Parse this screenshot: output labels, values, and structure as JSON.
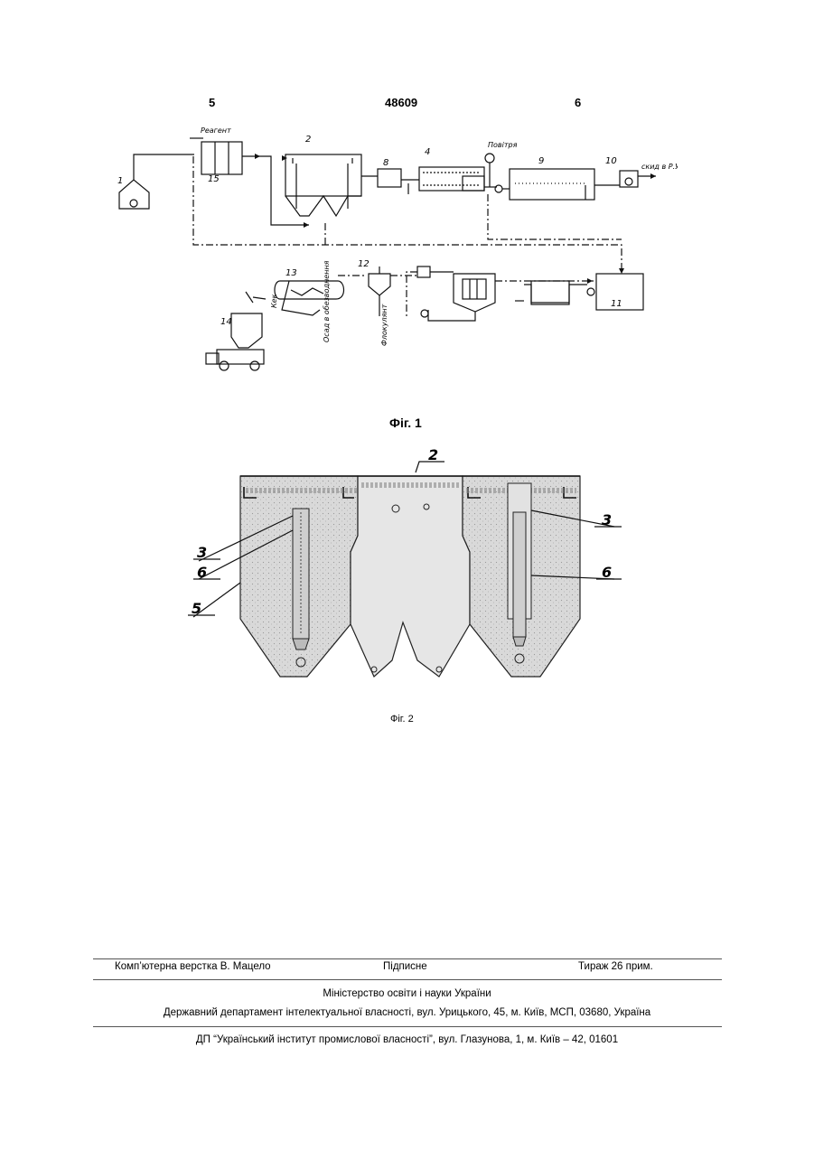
{
  "header": {
    "left_page": "5",
    "doc_number": "48609",
    "right_page": "6"
  },
  "fig1": {
    "caption": "Фіг. 1",
    "labels": {
      "n1": "1",
      "n2": "2",
      "n4": "4",
      "n8": "8",
      "n9": "9",
      "n10": "10",
      "n11": "11",
      "n12": "12",
      "n13": "13",
      "n14": "14",
      "n15": "15"
    },
    "texts": {
      "reagent": "Реагент",
      "povitrya": "Повітря",
      "skid": "скид в Р.У.",
      "flocculant": "Флокулянт",
      "to_mechanics": "Осад в обезводнення",
      "cake": "Кек"
    }
  },
  "fig2": {
    "caption": "Фіг. 2",
    "labels": {
      "n2": "2",
      "n3_left": "3",
      "n6_left": "6",
      "n5": "5",
      "n3_right": "3",
      "n6_right": "6"
    }
  },
  "footer": {
    "layout": "Комп’ютерна верстка В. Мацело",
    "signed": "Підписне",
    "circulation": "Тираж 26 прим.",
    "ministry": "Міністерство освіти і науки України",
    "department": "Державний департамент інтелектуальної власності, вул. Урицького, 45, м. Київ, МСП, 03680, Україна",
    "institute": "ДП “Український інститут промислової власності”, вул. Глазунова, 1, м. Київ – 42, 01601"
  }
}
